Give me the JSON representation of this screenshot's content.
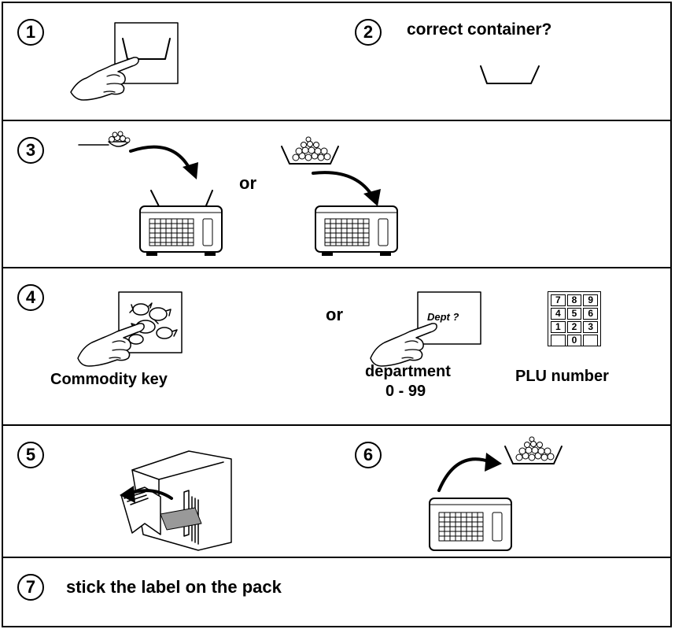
{
  "steps": {
    "s1": {
      "number": "1"
    },
    "s2": {
      "number": "2",
      "caption": "correct container?"
    },
    "s3": {
      "number": "3",
      "or_label": "or"
    },
    "s4": {
      "number": "4",
      "or_label": "or",
      "commodity_label": "Commodity key",
      "dept_screen_text": "Dept ?",
      "department_label_line1": "department",
      "department_label_line2": "0 - 99",
      "plu_label": "PLU number",
      "keypad_keys": [
        "7",
        "8",
        "9",
        "4",
        "5",
        "6",
        "1",
        "2",
        "3",
        "",
        "0",
        ""
      ]
    },
    "s5": {
      "number": "5"
    },
    "s6": {
      "number": "6"
    },
    "s7": {
      "number": "7",
      "caption": "stick the label on the pack"
    }
  },
  "icons": [
    "pointing-hand-icon",
    "container-icon",
    "scale-icon",
    "scoop-icon",
    "candy-icon",
    "label-printer-icon",
    "arrow-icon"
  ]
}
